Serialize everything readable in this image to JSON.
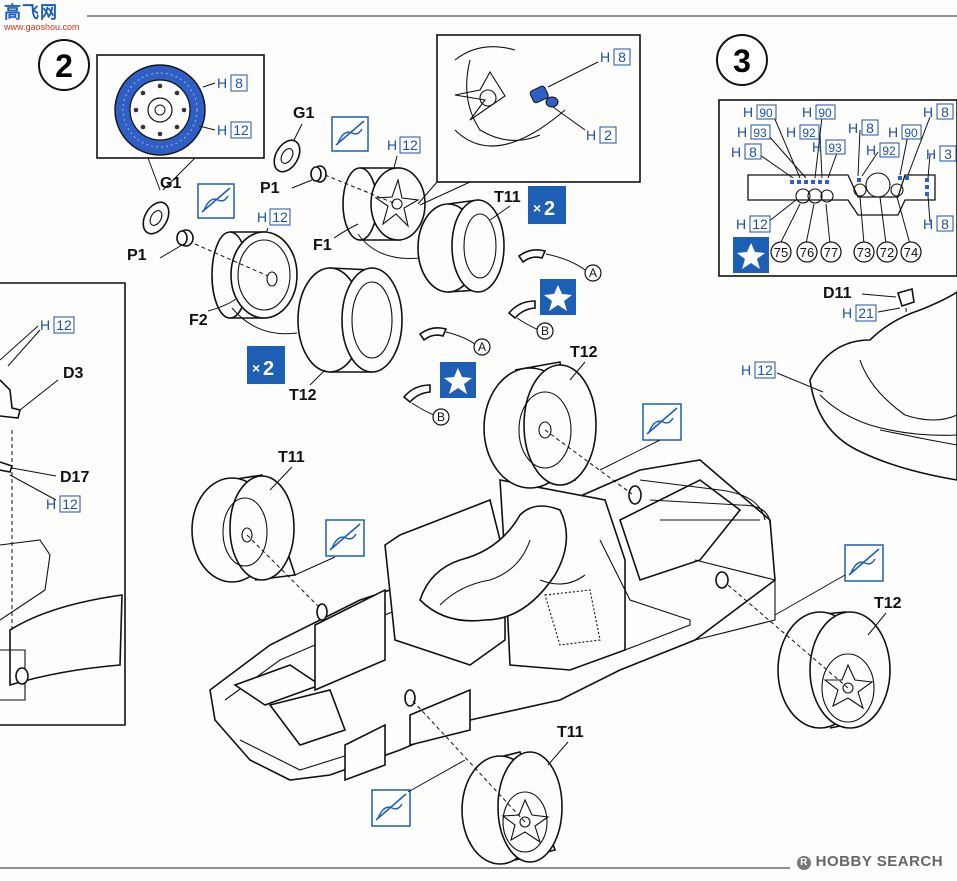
{
  "watermark_top": {
    "logo": "高飞网",
    "url": "www.gaoshou.com"
  },
  "watermark_bottom": {
    "logo": "HOBBY SEARCH",
    "mark": "R"
  },
  "colors": {
    "blue": "#1d5fb5",
    "paint_code": "#1d4fa8",
    "line": "#111111",
    "paper": "#fdfdfc"
  },
  "steps": [
    {
      "number": "2"
    },
    {
      "number": "3"
    }
  ],
  "step2": {
    "paint_codes": {
      "disc_outer": "8",
      "disc_inner": "12",
      "valve": "8",
      "valve_base": "2",
      "wheel_f1": "12",
      "wheel_f2": "12"
    },
    "h_prefix": "H",
    "parts": {
      "g1_top": "G1",
      "g1_left": "G1",
      "p1_top": "P1",
      "p1_left": "P1",
      "f1": "F1",
      "f2": "F2",
      "t11": "T11",
      "t12": "T12"
    },
    "multiplier": "×2",
    "multiplier_x": "×",
    "multiplier_n": "2",
    "markers": {
      "a": "A",
      "b": "B"
    },
    "no_glue_icon": "no-glue-icon"
  },
  "chassis": {
    "parts": {
      "t12_rear": "T12",
      "t11_front": "T11",
      "t12_right": "T12",
      "t11_bottom": "T11"
    }
  },
  "left_panel": {
    "paint_h12_top": "12",
    "d3": "D3",
    "d17": "D17",
    "paint_h12_mid": "12"
  },
  "step3": {
    "codes_row1": [
      "90",
      "90",
      "8"
    ],
    "codes_row2": [
      "93",
      "92",
      "8",
      "90"
    ],
    "codes_row3": [
      "8",
      "93",
      "92",
      "3"
    ],
    "codes_h12": "12",
    "codes_h8_right": "8",
    "decals": [
      "75",
      "76",
      "77",
      "73",
      "72",
      "74"
    ],
    "d11": "D11",
    "h21": "21",
    "h12_body": "12"
  }
}
